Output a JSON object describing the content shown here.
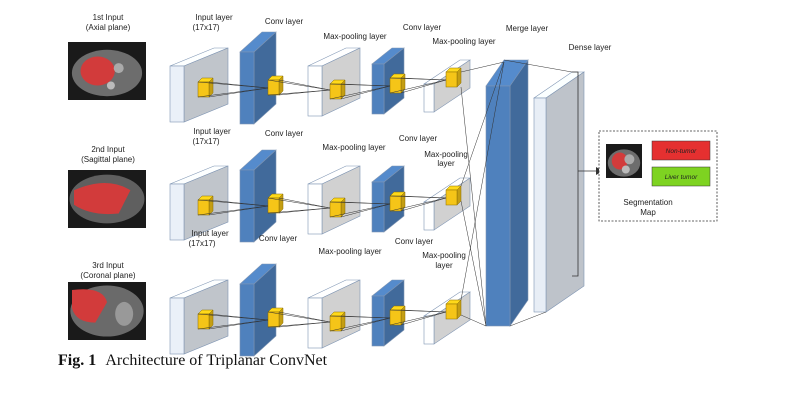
{
  "inputs": [
    {
      "title_html": "1<tspan baseline-shift='super' font-size='6'>st</tspan> Input",
      "title": "1st Input",
      "plane": "(Axial plane)"
    },
    {
      "title": "2nd Input",
      "plane": "(Sagittal plane)"
    },
    {
      "title": "3rd Input",
      "plane": "(Coronal plane)"
    }
  ],
  "layers": {
    "input": "Input layer",
    "input_size": "(17x17)",
    "conv": "Conv layer",
    "maxpool": "Max-pooling layer",
    "maxpool_line1": "Max-pooling",
    "maxpool_line2": "layer",
    "merge": "Merge layer",
    "dense": "Dense layer"
  },
  "output": {
    "seg_line1": "Segmentation",
    "seg_line2": "Map",
    "legend_non_tumor": "Non-tumor",
    "legend_liver_tumor": "Liver tumor"
  },
  "caption": {
    "label": "Fig. 1",
    "text": "Architecture of Triplanar ConvNet"
  },
  "colors": {
    "blue": "#4f81bd",
    "light": "#eaf0f8",
    "kernel": "#f5c518",
    "red": "#e53030",
    "green": "#7ed321"
  }
}
